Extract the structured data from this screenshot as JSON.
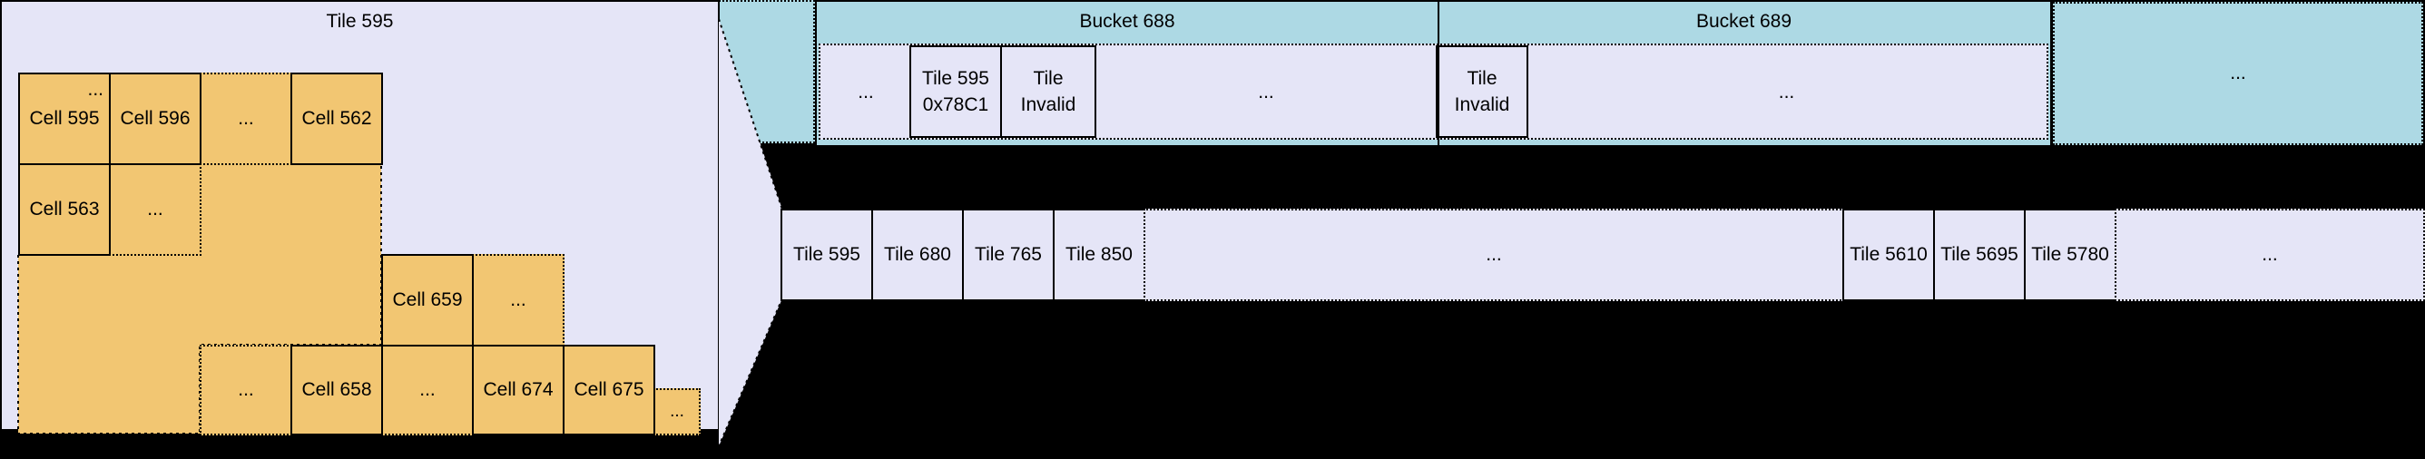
{
  "colors": {
    "background": "#000000",
    "cyan": "#ADD9E4",
    "lavender": "#E5E5F7",
    "orange": "#F2C672",
    "line": "#000000"
  },
  "tile_box": {
    "title": "Tile 595",
    "corner_ellipsis": "...",
    "cells": {
      "c595": "Cell 595",
      "c596": "Cell 596",
      "d1": "...",
      "c562": "Cell 562",
      "c563": "Cell 563",
      "d2": "...",
      "c659": "Cell 659",
      "d3": "...",
      "d4": "...",
      "c658": "Cell 658",
      "d5": "...",
      "c674": "Cell 674",
      "c675": "Cell 675",
      "d6": "..."
    }
  },
  "buckets": {
    "bucket688_title": "Bucket 688",
    "bucket689_title": "Bucket 689",
    "entries": {
      "e1": "...",
      "tile595": {
        "line1": "Tile 595",
        "line2": "0x78C1"
      },
      "invalid1": {
        "line1": "Tile",
        "line2": "Invalid"
      },
      "e2": "...",
      "invalid2": {
        "line1": "Tile",
        "line2": "Invalid"
      },
      "e3": "..."
    },
    "more_buckets": "..."
  },
  "tile_row": {
    "cells": {
      "t595": "Tile 595",
      "t680": "Tile 680",
      "t765": "Tile 765",
      "t850": "Tile 850",
      "e1": "...",
      "t5610": "Tile 5610",
      "t5695": "Tile 5695",
      "t5780": "Tile 5780",
      "e2": "..."
    }
  }
}
